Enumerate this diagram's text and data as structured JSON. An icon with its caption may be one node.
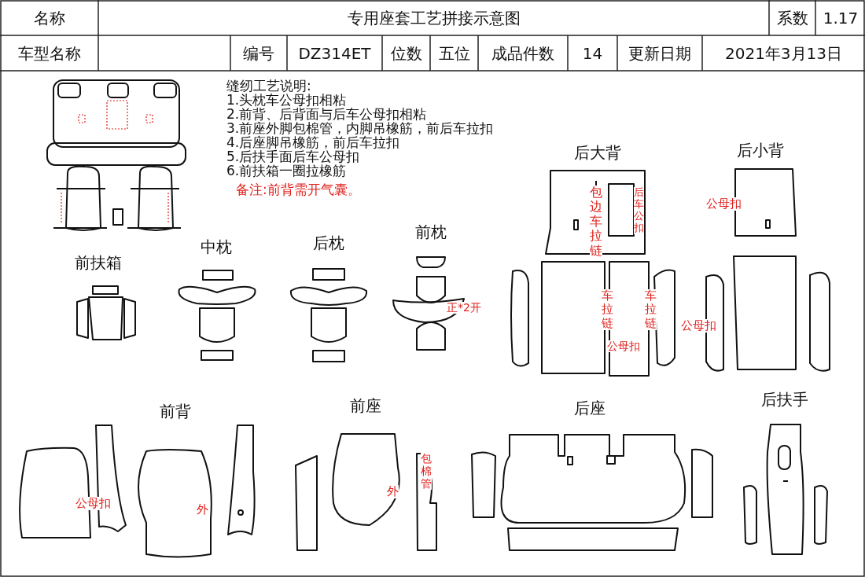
{
  "diagram": {
    "title": "专用座套工艺拼接示意图",
    "labels": [
      "名称",
      "系数",
      "1.17",
      "车型名称",
      "编号",
      "DZ314ET",
      "位数",
      "五位",
      "成品件数",
      "14",
      "更新日期",
      "2021年3月13日",
      "缝纫工艺说明:",
      "1.头枕车公母扣相粘",
      "2.前背、后背面与后车公母扣相粘",
      "3.前座外脚包棉管，内脚吊橡筋，前后车拉扣",
      "4.后座脚吊橡筋，前后车拉扣",
      "5.后扶手面后车公母扣",
      "6.前扶箱一圈拉橡筋",
      "备注:前背需开气囊。",
      "后大背",
      "后小背",
      "包边车拉链",
      "后车公扣",
      "公母扣",
      "前扶箱",
      "中枕",
      "后枕",
      "前枕",
      "正*2开",
      "车拉链",
      "车拉链",
      "公母扣",
      "公母扣",
      "前背",
      "前座",
      "后座",
      "后扶手",
      "公母扣",
      "外",
      "外",
      "包棉管"
    ]
  }
}
